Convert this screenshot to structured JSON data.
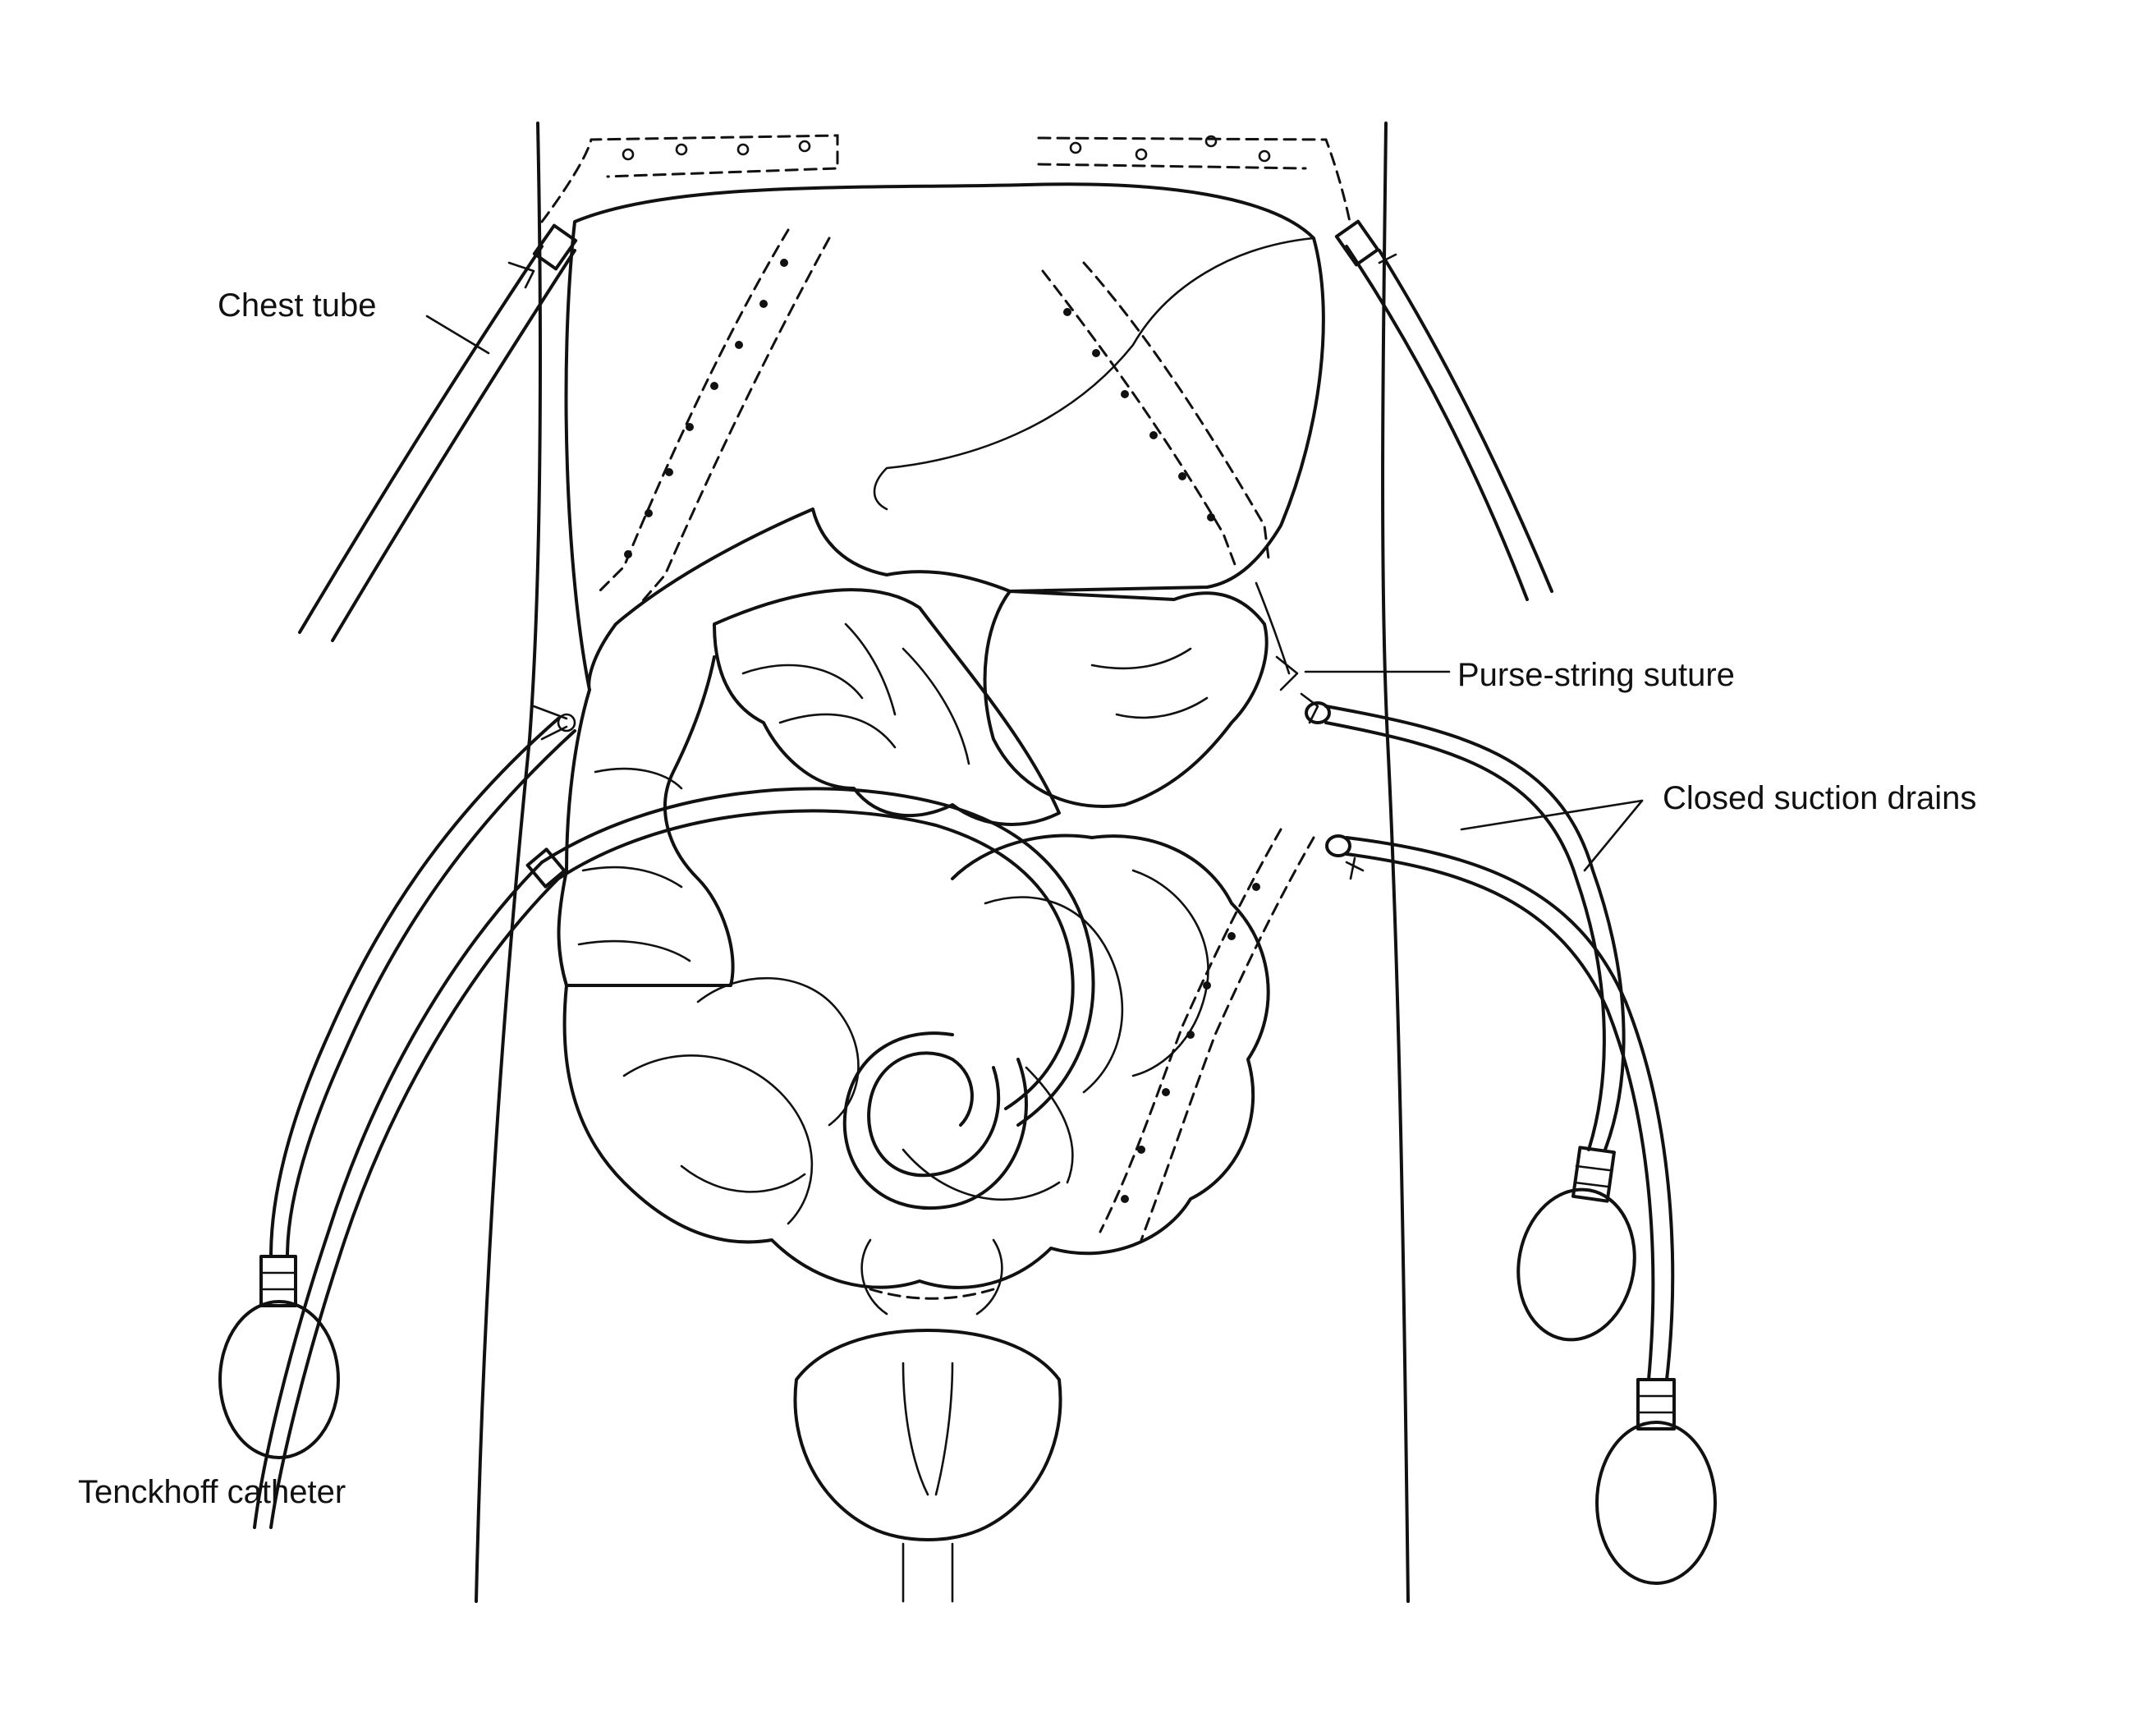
{
  "labels": {
    "chest_tube": "Chest tube",
    "purse_string_suture": "Purse-string suture",
    "closed_suction_drains": "Closed suction drains",
    "tenckhoff_catheter": "Tenckhoff catheter"
  },
  "colors": {
    "ink": "#111111",
    "background": "#ffffff"
  }
}
